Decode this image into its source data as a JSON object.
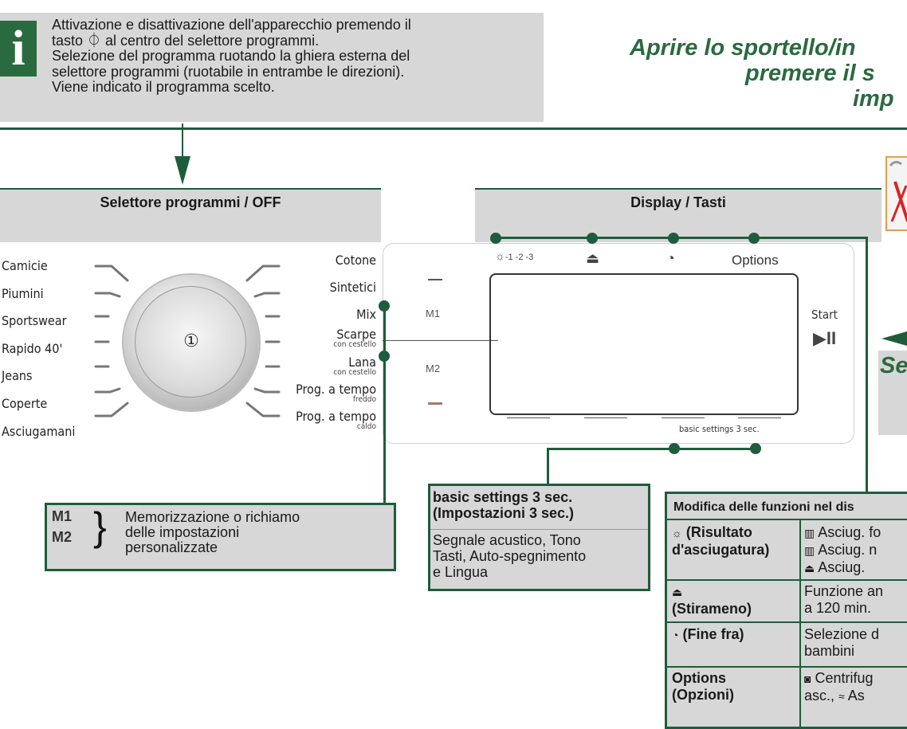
{
  "info_note": {
    "icon": "info-icon",
    "line1": "Attivazione e disattivazione dell'apparecchio premendo il",
    "line2": "tasto ⏀ al centro del selettore programmi.",
    "line3": "Selezione del programma ruotando la ghiera esterna del",
    "line4": "selettore programmi (ruotabile in entrambe le direzioni).",
    "line5": "Viene indicato il programma scelto."
  },
  "title": {
    "line1": "Aprire lo sportello/in",
    "line2": "premere il s",
    "line3": "imp"
  },
  "selector_panel": {
    "header": "Selettore programmi / OFF",
    "power_symbol": "①",
    "programs_left": [
      "Camicie",
      "Piumini",
      "Sportswear",
      "Rapido 40'",
      "Jeans",
      "Coperte",
      "Asciugamani"
    ],
    "programs_right": [
      {
        "name": "Cotone",
        "sub": ""
      },
      {
        "name": "Sintetici",
        "sub": ""
      },
      {
        "name": "Mix",
        "sub": ""
      },
      {
        "name": "Scarpe",
        "sub": "con cestello"
      },
      {
        "name": "Lana",
        "sub": "con cestello"
      },
      {
        "name": "Prog. a tempo",
        "sub": "freddo"
      },
      {
        "name": "Prog. a tempo",
        "sub": "caldo"
      }
    ]
  },
  "display_panel": {
    "header": "Display / Tasti",
    "dry_level_label": "-1 -2 -3",
    "options_label": "Options",
    "m1_label": "M1",
    "m2_label": "M2",
    "start_label": "Start",
    "start_icon": "▶II",
    "basic_settings_label": "basic settings 3 sec."
  },
  "callout_memory": {
    "m1": "M1",
    "m2": "M2",
    "brace": "}",
    "text_line1": "Memorizzazione o richiamo",
    "text_line2": "delle impostazioni",
    "text_line3": "personalizzate"
  },
  "callout_basic": {
    "title_line1": "basic settings 3 sec.",
    "title_line2": "(Impostazioni 3 sec.)",
    "body_line1": "Segnale acustico, Tono",
    "body_line2": "Tasti, Auto-spegnimento",
    "body_line3": "e Lingua"
  },
  "side_panel": {
    "text": "Se"
  },
  "function_table": {
    "header": "Modifica delle funzioni nel dis",
    "rows": [
      {
        "label_a": "(Risultato",
        "label_b": "d'asciugatura)",
        "text_a": "Asciug. fo",
        "text_b": "Asciug. n",
        "text_c": "Asciug."
      },
      {
        "label_a": "",
        "label_b": "(Stirameno)",
        "text_a": "Funzione an",
        "text_b": "a 120 min."
      },
      {
        "label_a": "(Fine fra)",
        "label_b": "",
        "text_a": "Selezione d",
        "text_b": "bambini"
      },
      {
        "label_a": "Options",
        "label_b": "(Opzioni)",
        "text_a": "Centrifug",
        "text_b": "asc.,",
        "text_c": "As"
      }
    ]
  }
}
